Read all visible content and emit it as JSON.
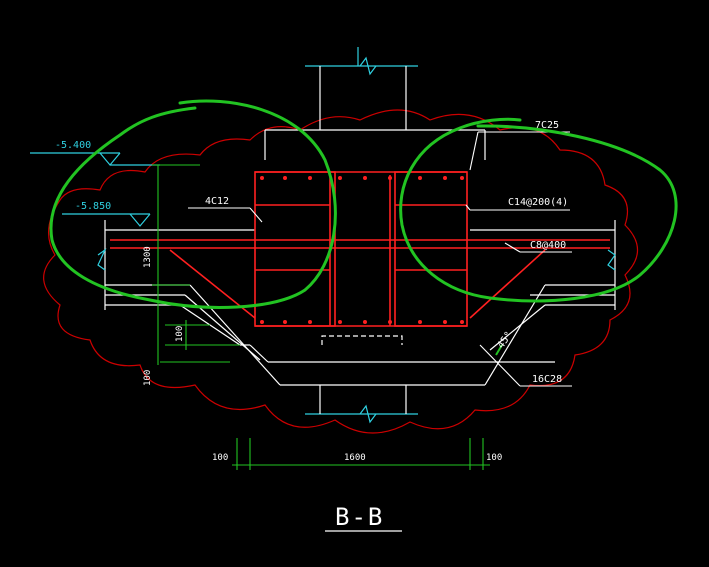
{
  "drawing": {
    "title": "B-B",
    "elevations": {
      "top": "-5.400",
      "second": "-5.850"
    },
    "rebar_labels": {
      "top_bars": "7C25",
      "left_bars": "4C12",
      "stirrups": "C14@200(4)",
      "distribution": "C8@400",
      "bottom_bars": "16C28"
    },
    "angle": "45°",
    "dimensions": {
      "vertical_1300": "1300",
      "vertical_100a": "100",
      "vertical_100b": "100",
      "horizontal_100_left": "100",
      "horizontal_1600": "1600",
      "horizontal_100_right": "100"
    },
    "colors": {
      "background": "#000000",
      "lines": "#ffffff",
      "rebar": "#ff2020",
      "cloud": "#cc0000",
      "markup": "#22c322",
      "dimension": "#22c322",
      "elevation": "#2fd0e0"
    }
  }
}
